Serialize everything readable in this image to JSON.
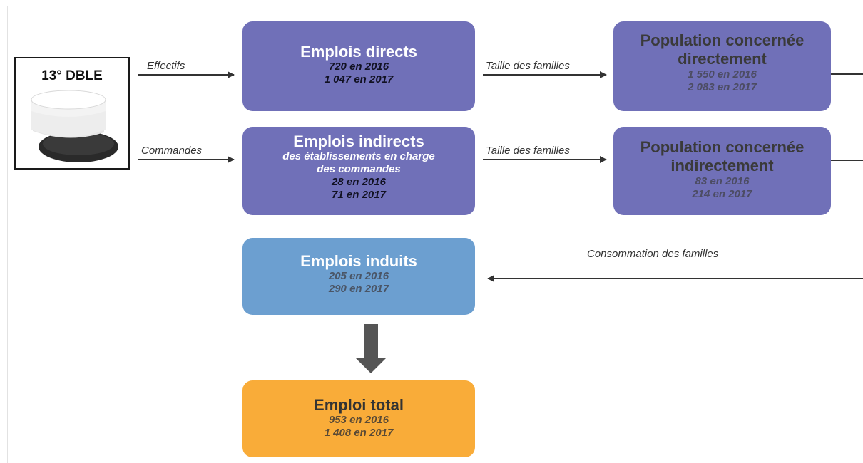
{
  "source": {
    "title": "13° DBLE",
    "icon": "kepi-icon"
  },
  "flows": {
    "effectifs": "Effectifs",
    "commandes": "Commandes",
    "taille_familles_1": "Taille des familles",
    "taille_familles_2": "Taille des familles",
    "consommation": "Consommation des familles"
  },
  "boxes": {
    "emplois_directs": {
      "title": "Emplois directs",
      "line1": "720 en 2016",
      "line2": "1 047 en 2017"
    },
    "population_directe": {
      "title_line1": "Population concernée",
      "title_line2": "directement",
      "line1": "1 550 en 2016",
      "line2": "2 083 en 2017"
    },
    "emplois_indirects": {
      "title": "Emplois indirects",
      "subtitle_line1": "des établissements en charge",
      "subtitle_line2": "des commandes",
      "line1": "28 en 2016",
      "line2": "71 en 2017"
    },
    "population_indirecte": {
      "title_line1": "Population concernée",
      "title_line2": "indirectement",
      "line1": "83 en 2016",
      "line2": "214 en 2017"
    },
    "emplois_induits": {
      "title": "Emplois induits",
      "line1": "205 en 2016",
      "line2": "290 en 2017"
    },
    "emploi_total": {
      "title": "Emploi total",
      "line1": "953 en 2016",
      "line2": "1 408 en 2017"
    }
  },
  "colors": {
    "purple_box": "#7070b8",
    "blue_box": "#6c9fd0",
    "orange_box": "#f9ac39",
    "arrow": "#333333",
    "big_arrow": "#555555"
  }
}
